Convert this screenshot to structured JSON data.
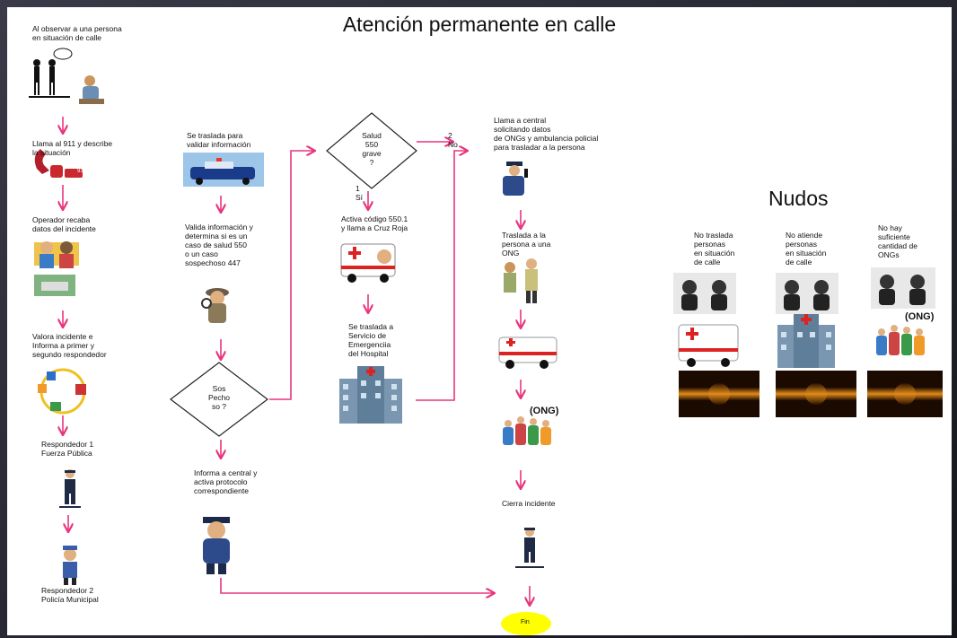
{
  "title": "Atención permanente en calle",
  "nodes": {
    "observe": "Al observar a una persona\nen situación de calle",
    "call911": "Llama al 911 y describe\nla situación",
    "badge911": "911",
    "operator": "Operador recaba\ndatos del incidente",
    "assess": "Valora incidente e\nInforma a primer y\nsegundo respondedor",
    "resp1": "Respondedor 1\nFuerza Pública",
    "resp2": "Respondedor 2\nPolicía Municipal",
    "travel_validate": "Se traslada para\nvalidar información",
    "validate": "Valida información y\ndetermina si es un\ncaso de salud 550\no un caso\nsospechoso 447",
    "decision_suspect": "Sos\nPecho\nso ?",
    "inform_central": "Informa a central y\nactiva protocolo\ncorrespondiente",
    "decision_health": "Salud\n550\ngrave\n?",
    "yes_label": "1\nSí",
    "no_label": "2\nNo",
    "activate_code": "Activa código 550.1\ny llama a Cruz Roja",
    "hospital": "Se traslada a\nServicio de\nEmergenciia\ndel Hospital",
    "call_central": "Llama a central\nsolicitando datos\nde ONGs y ambulancia policial\npara trasladar a la persona",
    "transfer_ong": "Traslada a la\npersona  a una\nONG",
    "ong_badge": "(ONG)",
    "close_incident": "Cierra incidente",
    "fin": "Fin"
  },
  "nudos": {
    "title": "Nudos",
    "columns": [
      {
        "label": "No traslada\npersonas\nen situación\nde calle"
      },
      {
        "label": "No atiende\npersonas\nen situación\nde calle"
      },
      {
        "label": "No hay\nsuficiente\ncantidad de\nONGs"
      }
    ],
    "ong_badge": "(ONG)"
  },
  "colors": {
    "arrow": "#e8357e",
    "fin": "#ffff00",
    "background": "#2a2a36"
  }
}
